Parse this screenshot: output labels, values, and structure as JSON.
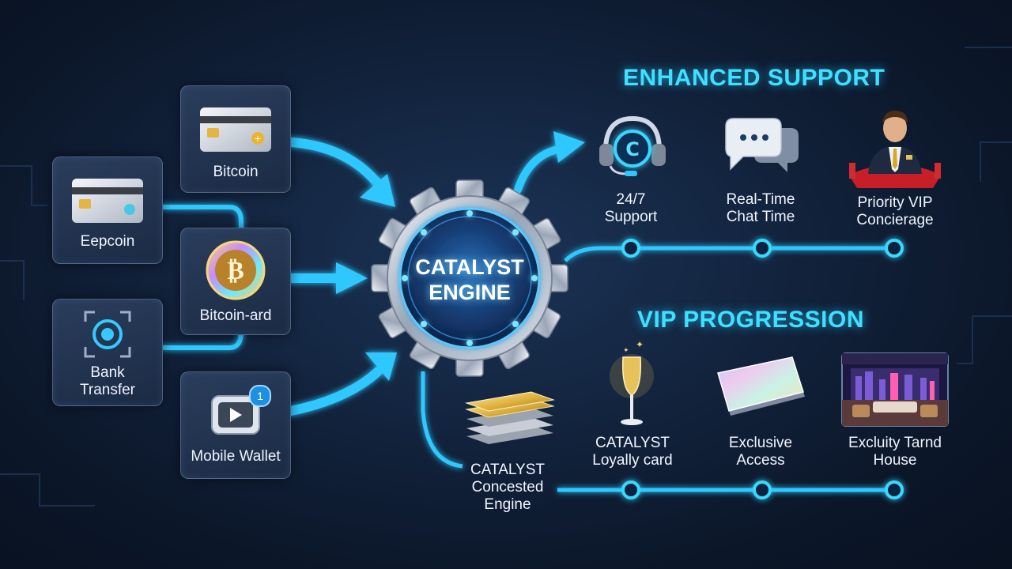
{
  "engine": {
    "line1": "CATALYST",
    "line2": "ENGINE"
  },
  "inputs": [
    {
      "id": "bitcoin",
      "label": "Bitcoin",
      "icon": "credit-card-icon"
    },
    {
      "id": "eepcoin",
      "label": "Eepcoin",
      "icon": "credit-card-icon"
    },
    {
      "id": "bitcoin-card",
      "label": "Bitcoin-ard",
      "icon": "bitcoin-coin-icon"
    },
    {
      "id": "bank",
      "line1": "Bank",
      "line2": "Transfer",
      "icon": "bank-scan-icon"
    },
    {
      "id": "mobile",
      "label": "Mobile Wallet",
      "icon": "play-wallet-icon",
      "badge": "1"
    }
  ],
  "support": {
    "heading": "ENHANCED SUPPORT",
    "items": [
      {
        "line1": "24/7",
        "line2": "Support",
        "icon": "headset-icon"
      },
      {
        "line1": "Real-Time",
        "line2": "Chat Time",
        "icon": "chat-bubble-icon"
      },
      {
        "line1": "Priority VIP",
        "line2": "Concierage",
        "icon": "concierge-person-icon"
      }
    ]
  },
  "vip": {
    "heading": "VIP PROGRESSION",
    "items": [
      {
        "line1": "CATALYST",
        "line2": "Loyally card",
        "icon": "champagne-glass-icon"
      },
      {
        "line1": "Exclusive",
        "line2": "Access",
        "icon": "holographic-card-icon"
      },
      {
        "line1": "Excluity Tarnd",
        "line2": "House",
        "icon": "luxury-room-icon"
      }
    ]
  },
  "concested": {
    "line1": "CATALYST",
    "line2": "Concested",
    "line3": "Engine",
    "icon": "gold-card-stack-icon"
  },
  "colors": {
    "accent": "#3fe0ff",
    "flow": "#2ec8ff",
    "gold": "#e9c25a"
  }
}
